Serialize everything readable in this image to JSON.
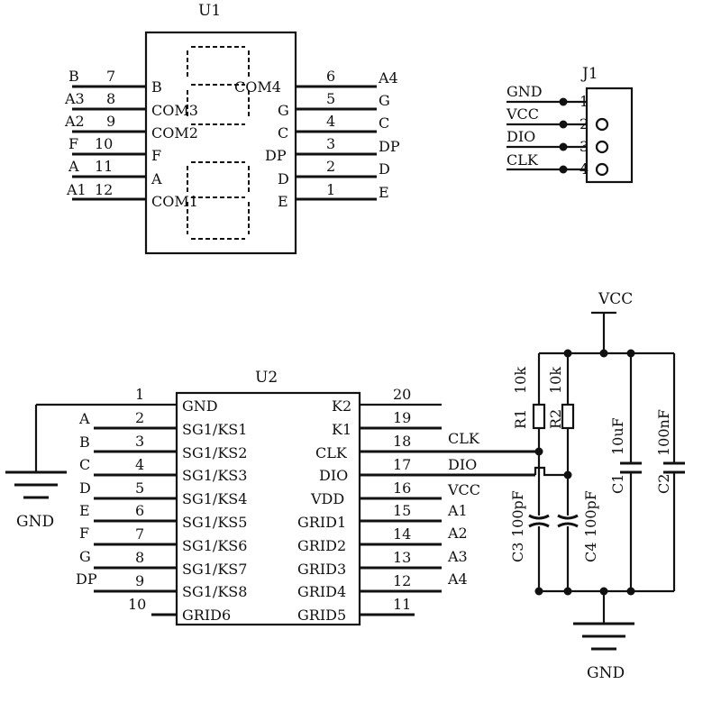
{
  "u1": {
    "ref": "U1",
    "left_pins": [
      {
        "net": "B",
        "num": "7",
        "name": "B"
      },
      {
        "net": "A3",
        "num": "8",
        "name": "COM3"
      },
      {
        "net": "A2",
        "num": "9",
        "name": "COM2"
      },
      {
        "net": "F",
        "num": "10",
        "name": "F"
      },
      {
        "net": "A",
        "num": "11",
        "name": "A"
      },
      {
        "net": "A1",
        "num": "12",
        "name": "COM1"
      }
    ],
    "right_pins": [
      {
        "name": "COM4",
        "num": "6",
        "net": "A4"
      },
      {
        "name": "G",
        "num": "5",
        "net": "G"
      },
      {
        "name": "C",
        "num": "4",
        "net": "C"
      },
      {
        "name": "DP",
        "num": "3",
        "net": "DP"
      },
      {
        "name": "D",
        "num": "2",
        "net": "D"
      },
      {
        "name": "E",
        "num": "1",
        "net": "E"
      }
    ]
  },
  "j1": {
    "ref": "J1",
    "pins": [
      {
        "net": "GND",
        "num": "1"
      },
      {
        "net": "VCC",
        "num": "2"
      },
      {
        "net": "DIO",
        "num": "3"
      },
      {
        "net": "CLK",
        "num": "4"
      }
    ]
  },
  "u2": {
    "ref": "U2",
    "left_pins": [
      {
        "net": "",
        "num": "1",
        "name": "GND"
      },
      {
        "net": "A",
        "num": "2",
        "name": "SG1/KS1"
      },
      {
        "net": "B",
        "num": "3",
        "name": "SG1/KS2"
      },
      {
        "net": "C",
        "num": "4",
        "name": "SG1/KS3"
      },
      {
        "net": "D",
        "num": "5",
        "name": "SG1/KS4"
      },
      {
        "net": "E",
        "num": "6",
        "name": "SG1/KS5"
      },
      {
        "net": "F",
        "num": "7",
        "name": "SG1/KS6"
      },
      {
        "net": "G",
        "num": "8",
        "name": "SG1/KS7"
      },
      {
        "net": "DP",
        "num": "9",
        "name": "SG1/KS8"
      },
      {
        "net": "",
        "num": "10",
        "name": "GRID6"
      }
    ],
    "right_pins": [
      {
        "name": "K2",
        "num": "20",
        "net": ""
      },
      {
        "name": "K1",
        "num": "19",
        "net": ""
      },
      {
        "name": "CLK",
        "num": "18",
        "net": "CLK"
      },
      {
        "name": "DIO",
        "num": "17",
        "net": "DIO"
      },
      {
        "name": "VDD",
        "num": "16",
        "net": "VCC"
      },
      {
        "name": "GRID1",
        "num": "15",
        "net": "A1"
      },
      {
        "name": "GRID2",
        "num": "14",
        "net": "A2"
      },
      {
        "name": "GRID3",
        "num": "13",
        "net": "A3"
      },
      {
        "name": "GRID4",
        "num": "12",
        "net": "A4"
      },
      {
        "name": "GRID5",
        "num": "11",
        "net": ""
      }
    ]
  },
  "passives": {
    "r1": {
      "ref": "R1",
      "value": "10k"
    },
    "r2": {
      "ref": "R2",
      "value": "10k"
    },
    "c1": {
      "ref": "C1",
      "value": "10uF"
    },
    "c2": {
      "ref": "C2",
      "value": "100nF"
    },
    "c3": {
      "ref": "C3",
      "value": "100pF"
    },
    "c4": {
      "ref": "C4",
      "value": "100pF"
    }
  },
  "power": {
    "vcc_label": "VCC",
    "gnd_left_label": "GND",
    "gnd_bottom_label": "GND"
  }
}
